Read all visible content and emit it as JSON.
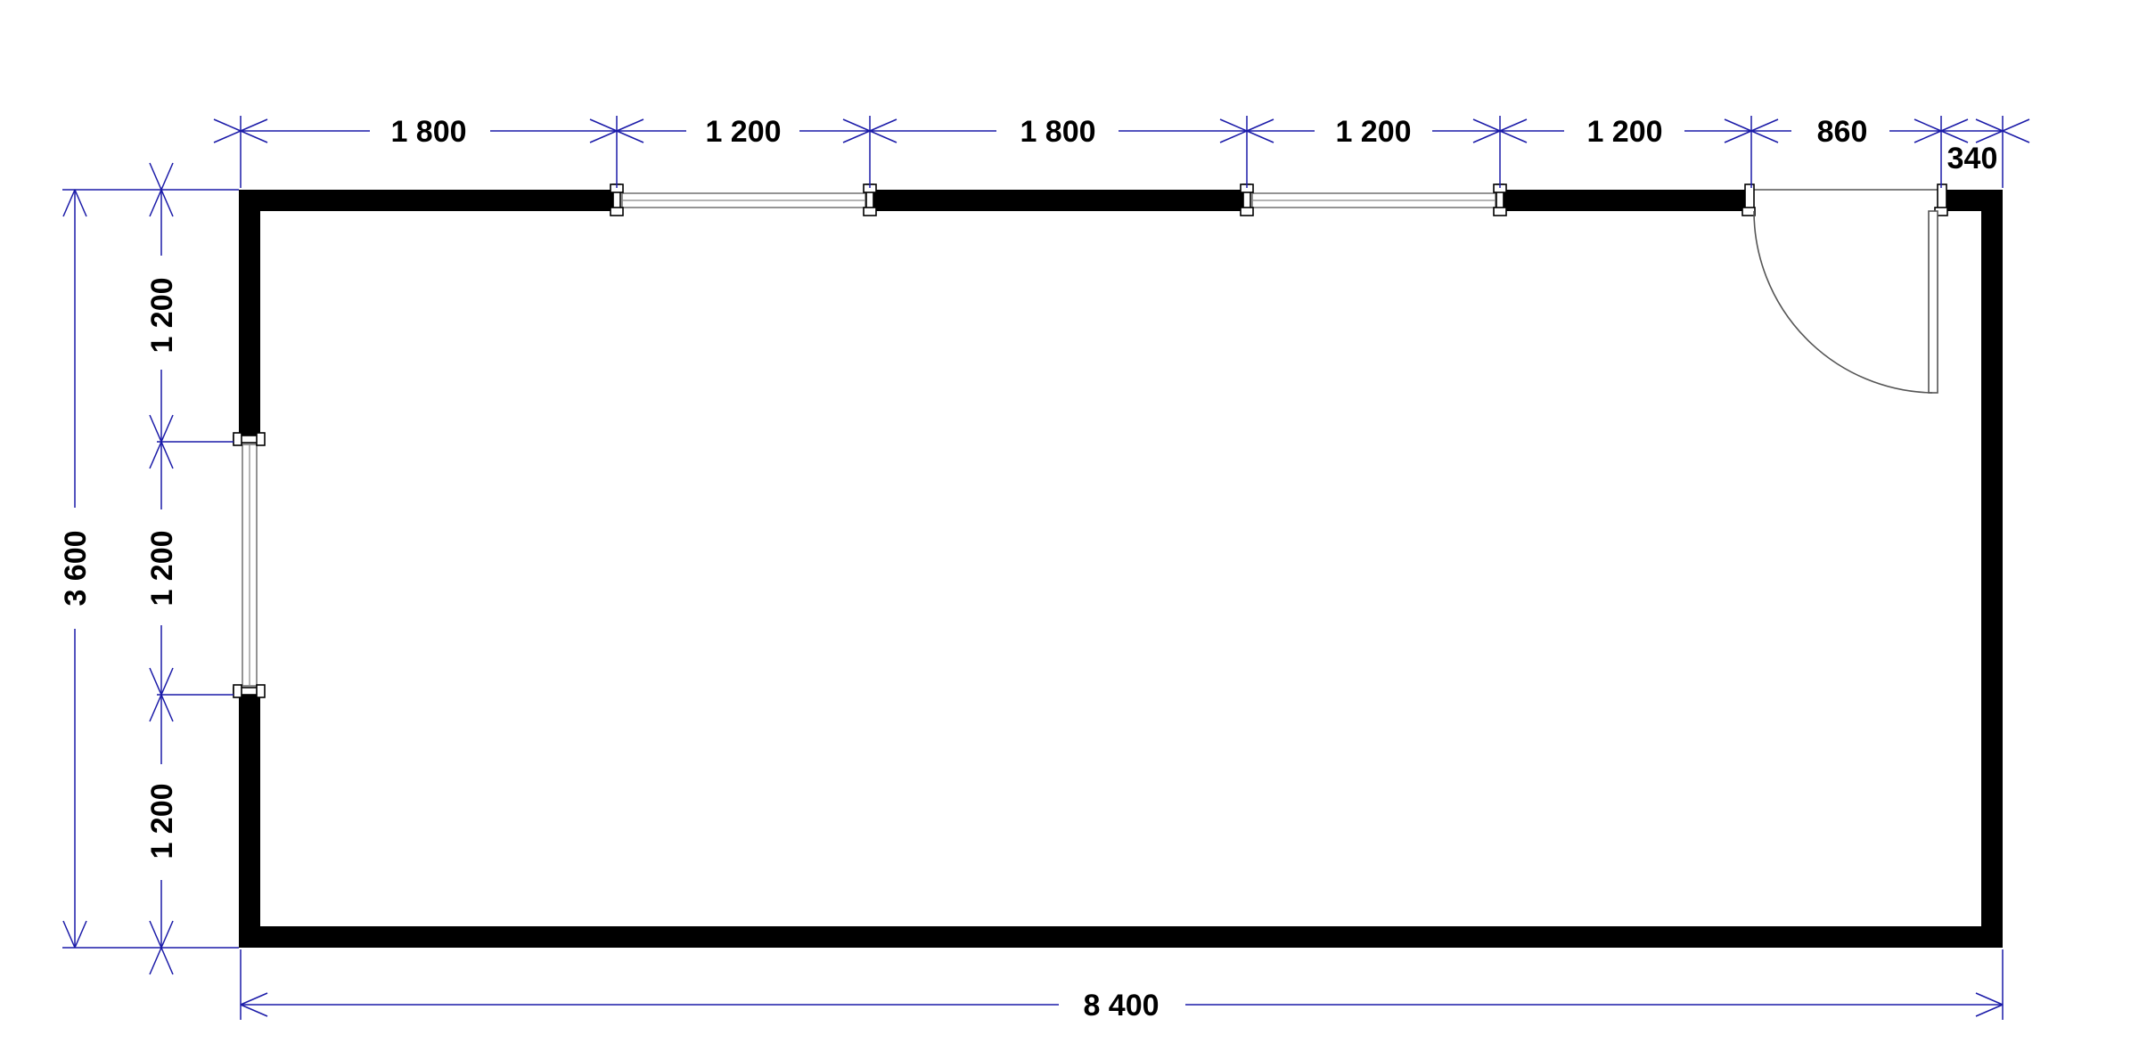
{
  "drawing": {
    "overall_width_label": "8 400",
    "overall_depth_label": "3 600",
    "top_segments": [
      "1 800",
      "1 200",
      "1 800",
      "1 200",
      "1 200",
      "860",
      "340"
    ],
    "left_segments": [
      "1 200",
      "1 200",
      "1 200"
    ],
    "colors": {
      "wall": "#000000",
      "dimension_line": "#1a1aa8",
      "background": "#ffffff"
    },
    "icons": [
      "window-symbol",
      "door-swing-symbol"
    ]
  }
}
